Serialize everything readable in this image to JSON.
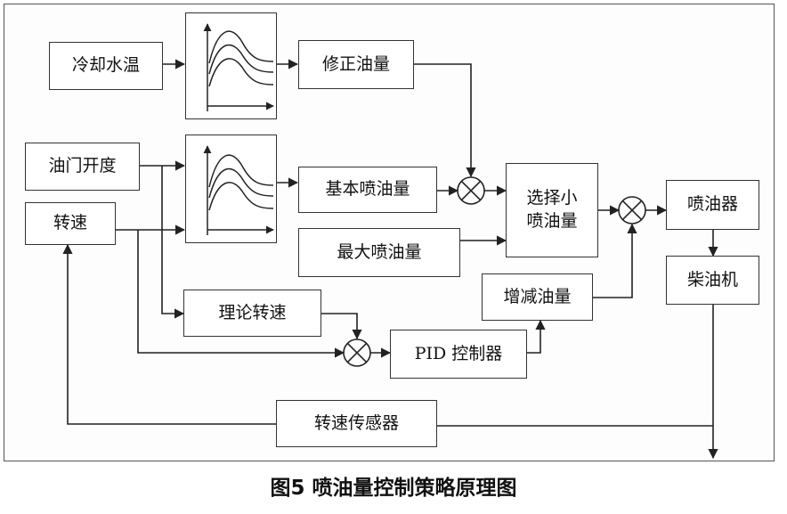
{
  "blocks": {
    "coolant_temp": "冷却水温",
    "fuel_correction": "修正油量",
    "throttle": "油门开度",
    "speed": "转速",
    "base_injection": "基本喷油量",
    "max_injection": "最大喷油量",
    "select_min": "选择小\n喷油量",
    "injector": "喷油器",
    "diesel_engine": "柴油机",
    "adjust_fuel": "增减油量",
    "theory_speed": "理论转速",
    "pid_controller": "PID 控制器",
    "speed_sensor": "转速传感器"
  },
  "caption": "图5 喷油量控制策略原理图",
  "colors": {
    "line": "#222222",
    "box_border": "#333333"
  }
}
